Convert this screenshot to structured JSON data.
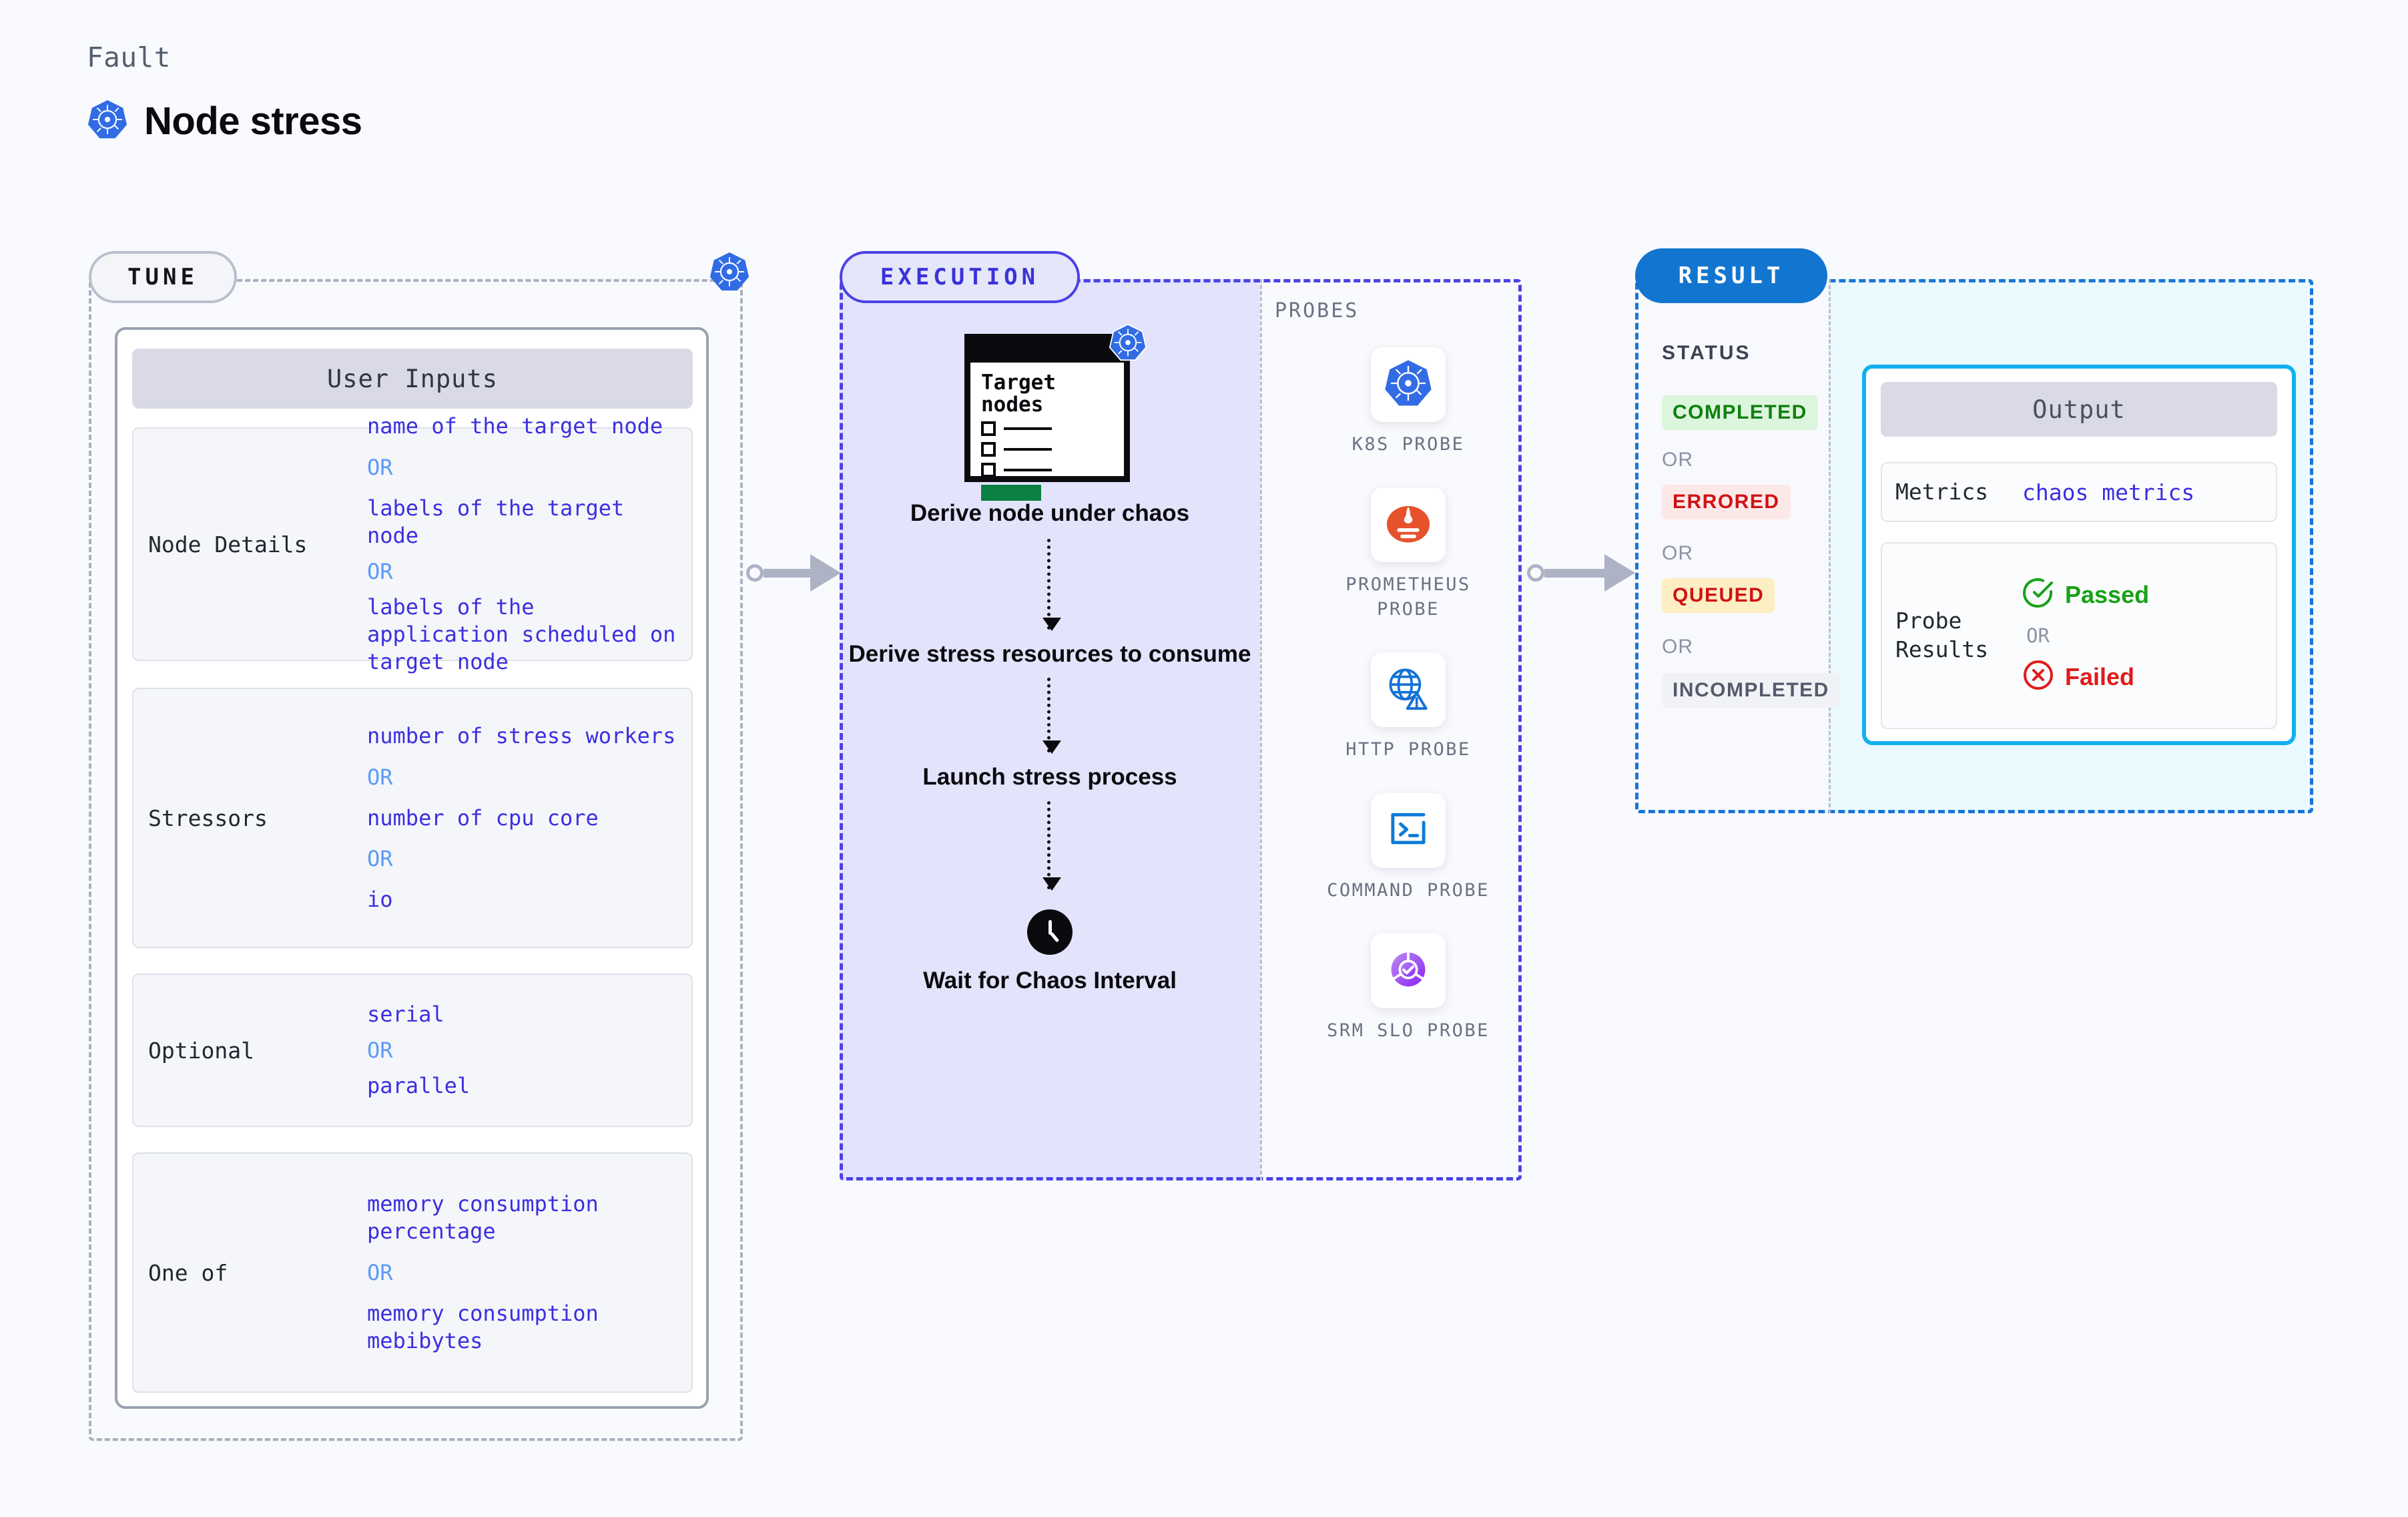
{
  "header": {
    "kicker": "Fault",
    "title": "Node stress",
    "logo_icon": "kubernetes-icon"
  },
  "tune": {
    "pill_label": "TUNE",
    "badge_icon": "kubernetes-icon",
    "card_title": "User Inputs",
    "groups": [
      {
        "label": "Node Details",
        "values": [
          "name of the target node",
          "labels of the target node",
          "labels of the application scheduled on target node"
        ],
        "separator": "OR"
      },
      {
        "label": "Stressors",
        "values": [
          "number of stress workers",
          "number of cpu core",
          "io"
        ],
        "separator": "OR"
      },
      {
        "label": "Optional",
        "values": [
          "serial",
          "parallel"
        ],
        "separator": "OR"
      },
      {
        "label": "One of",
        "values": [
          "memory consumption percentage",
          "memory consumption mebibytes"
        ],
        "separator": "OR"
      }
    ]
  },
  "execution": {
    "pill_label": "EXECUTION",
    "illustration": {
      "window_title": "Target nodes",
      "badge_icon": "kubernetes-icon",
      "checkbox_count": 3
    },
    "steps": [
      "Derive node under chaos",
      "Derive stress resources to consume",
      "Launch stress process",
      "Wait for Chaos Interval"
    ],
    "clock_icon": "clock-icon",
    "probes_label": "PROBES",
    "probes": [
      {
        "name": "K8S PROBE",
        "icon": "kubernetes-icon"
      },
      {
        "name": "PROMETHEUS PROBE",
        "icon": "prometheus-icon"
      },
      {
        "name": "HTTP PROBE",
        "icon": "globe-warning-icon"
      },
      {
        "name": "COMMAND PROBE",
        "icon": "terminal-icon"
      },
      {
        "name": "SRM SLO PROBE",
        "icon": "slo-donut-check-icon"
      }
    ]
  },
  "result": {
    "pill_label": "RESULT",
    "status_label": "STATUS",
    "separator": "OR",
    "statuses": [
      {
        "label": "COMPLETED",
        "bg": "#dcf5dd",
        "color": "#108010"
      },
      {
        "label": "ERRORED",
        "bg": "#fde8e8",
        "color": "#cf1313"
      },
      {
        "label": "QUEUED",
        "bg": "#fdeec4",
        "color": "#cf1313"
      },
      {
        "label": "INCOMPLETED",
        "bg": "#f1f2f6",
        "color": "#545b6c"
      }
    ],
    "output": {
      "title": "Output",
      "metrics_label": "Metrics",
      "metrics_value": "chaos metrics",
      "probe_results_label": "Probe Results",
      "passed_label": "Passed",
      "failed_label": "Failed",
      "separator": "OR",
      "passed_icon": "check-circle-icon",
      "failed_icon": "x-circle-icon"
    }
  },
  "colors": {
    "canvas": "#f9fafd",
    "tune_border": "#a9afbe",
    "execution_border": "#4b42e6",
    "execution_fill": "#e3e3fb",
    "result_border": "#1b74d8",
    "result_fill": "#eafaff",
    "output_border": "#13b0ef",
    "value_text": "#3b2fe0",
    "or_text": "#5b9bf5",
    "connector": "#adb2c4"
  }
}
